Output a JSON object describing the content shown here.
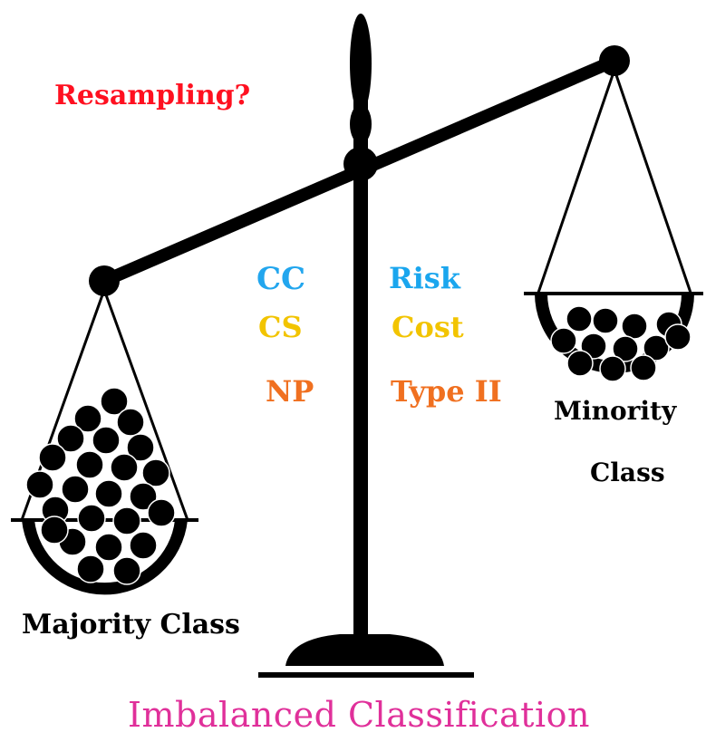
{
  "labels": {
    "resampling": "Resampling?",
    "cc": "CC",
    "cs": "CS",
    "np": "NP",
    "risk": "Risk",
    "cost": "Cost",
    "type2": "Type II",
    "minority_line1": "Minority",
    "minority_line2": "Class",
    "majority": "Majority Class",
    "title": "Imbalanced Classification"
  },
  "colors": {
    "resampling": "#ff1020",
    "cc": "#22a6ee",
    "risk": "#1aa6ee",
    "cs": "#f2c400",
    "cost": "#f2c400",
    "np": "#f07020",
    "type2": "#f07020",
    "title": "#e0309a",
    "ink": "#000000"
  }
}
